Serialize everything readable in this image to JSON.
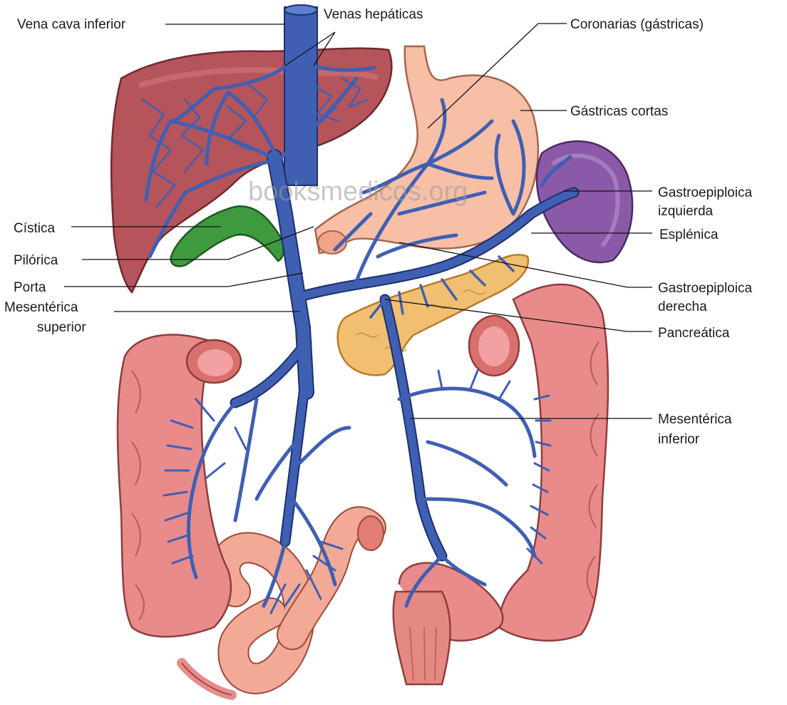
{
  "labels": {
    "vena_cava_inferior": "Vena cava inferior",
    "venas_hepaticas": "Venas hepáticas",
    "coronarias": "Coronarias (gástricas)",
    "gastricas_cortas": "Gástricas cortas",
    "gastroepiploica_izq_1": "Gastroepiploica",
    "gastroepiploica_izq_2": "izquierda",
    "cistica": "Cística",
    "esplenica": "Esplénica",
    "pilorica": "Pilórica",
    "porta": "Porta",
    "gastroepiploica_der_1": "Gastroepiploica",
    "gastroepiploica_der_2": "derecha",
    "mesenterica_superior_1": "Mesentérica",
    "mesenterica_superior_2": "superior",
    "pancreatica": "Pancreática",
    "mesenterica_inferior_1": "Mesentérica",
    "mesenterica_inferior_2": "inferior"
  },
  "watermark": "booksmedicos.org",
  "colors": {
    "vein": "#3f5fb3",
    "vein_outline": "#1f2f6a",
    "liver": "#b5545a",
    "gallbladder": "#3f9a3f",
    "stomach": "#f6bfa6",
    "spleen": "#8a5aa8",
    "pancreas": "#f0c070",
    "colon": "#e98b8b",
    "small_intestine": "#f2a996"
  }
}
